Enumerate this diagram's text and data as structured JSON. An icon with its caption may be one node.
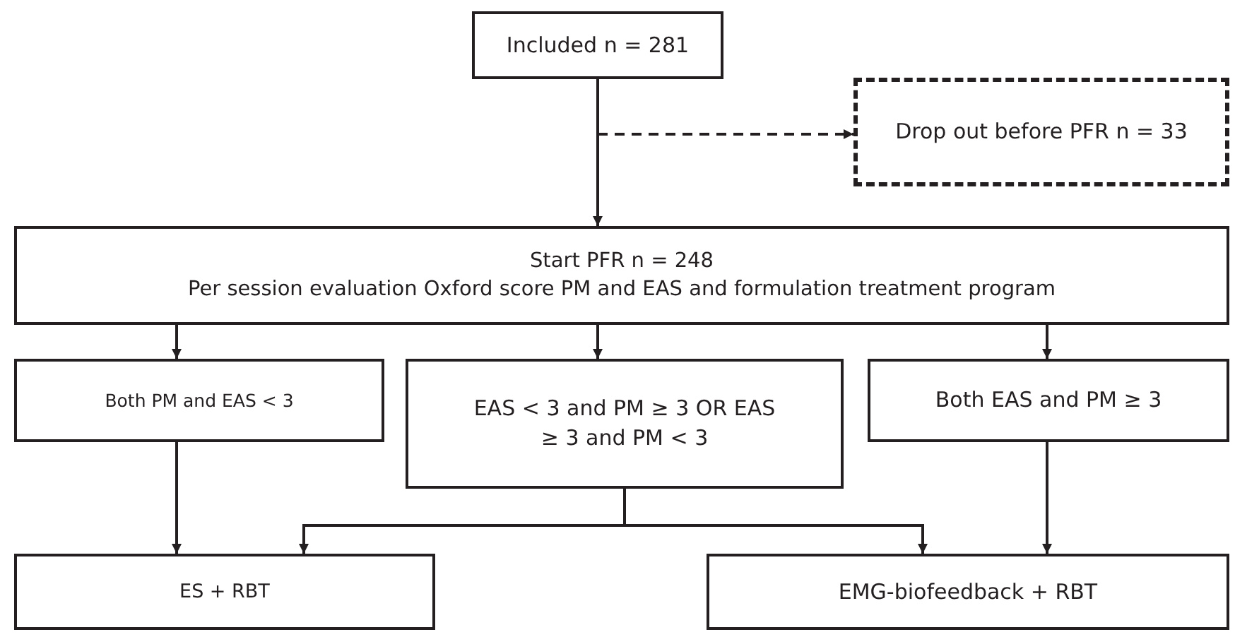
{
  "diagram": {
    "nodes": [
      {
        "text": [
          "Included n = 281"
        ]
      },
      {
        "text": [
          "Drop out before  PFR n = 33"
        ]
      },
      {
        "text": [
          "Start PFR n = 248",
          "Per session evaluation Oxford score PM and EAS and formulation treatment program"
        ]
      },
      {
        "text": [
          "Both PM and EAS < 3"
        ]
      },
      {
        "text": [
          "EAS < 3 and PM ≥ 3  OR EAS ≥ 3 and PM < 3"
        ]
      },
      {
        "text": [
          "Both EAS and PM ≥ 3"
        ]
      },
      {
        "text": [
          "ES + RBT"
        ]
      },
      {
        "text": [
          "EMG-biofeedback + RBT"
        ]
      }
    ],
    "edges": [
      {
        "from": 0,
        "to": 2,
        "arrow": "to"
      },
      {
        "from": 0,
        "to": 1,
        "arrow": "to",
        "style": "dashed"
      },
      {
        "from": 2,
        "to": 3,
        "arrow": "to"
      },
      {
        "from": 2,
        "to": 4,
        "arrow": "to"
      },
      {
        "from": 2,
        "to": 5,
        "arrow": "to"
      },
      {
        "from": 3,
        "to": 6,
        "arrow": "to"
      },
      {
        "from": 4,
        "to": 6,
        "arrow": "to"
      },
      {
        "from": 4,
        "to": 7,
        "arrow": "to"
      },
      {
        "from": 5,
        "to": 7,
        "arrow": "to"
      }
    ]
  }
}
